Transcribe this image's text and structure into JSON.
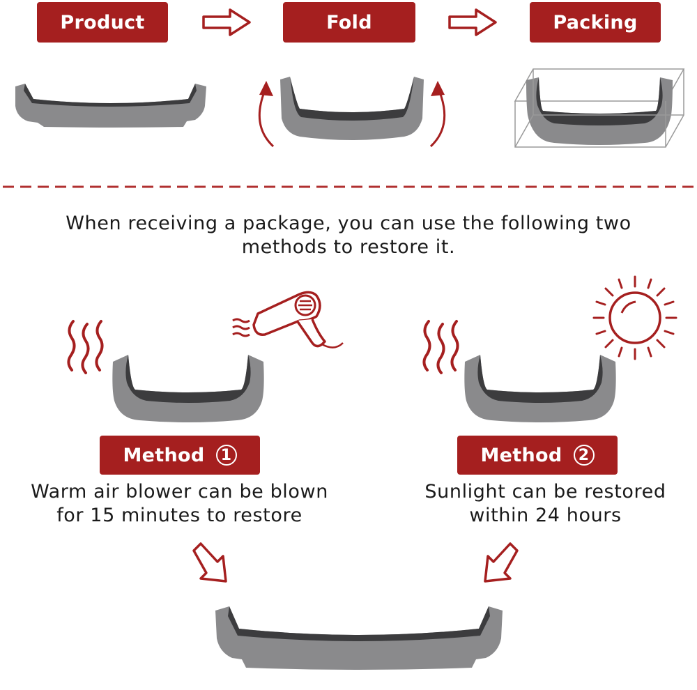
{
  "steps": [
    {
      "label": "Product"
    },
    {
      "label": "Fold"
    },
    {
      "label": "Packing"
    }
  ],
  "instruction": {
    "line1": "When receiving a package, you can use the following two",
    "line2": "methods to restore it."
  },
  "methods": [
    {
      "label": "Method",
      "number": "1",
      "caption_line1": "Warm air blower can be blown",
      "caption_line2": "for 15 minutes to restore",
      "icon": "hair-dryer-icon"
    },
    {
      "label": "Method",
      "number": "2",
      "caption_line1": "Sunlight can be restored",
      "caption_line2": "within 24 hours",
      "icon": "sun-icon"
    }
  ],
  "colors": {
    "accent": "#a51f1f",
    "product_gray": "#8a8a8c",
    "product_dark": "#3c3c3e",
    "divider": "#b03030"
  }
}
